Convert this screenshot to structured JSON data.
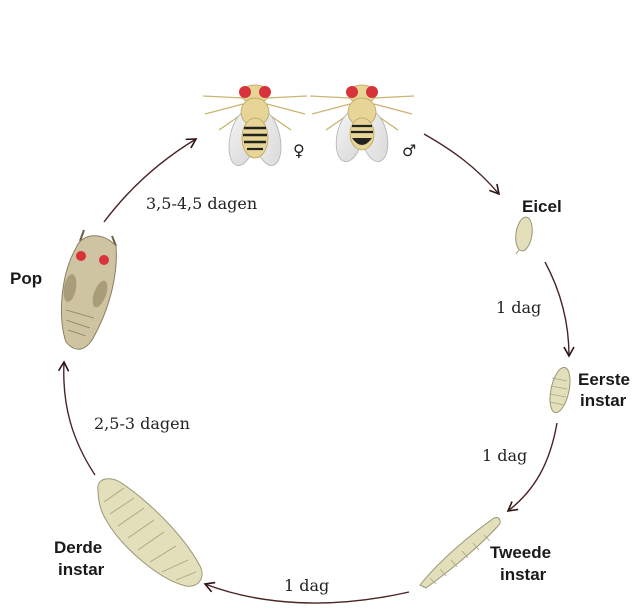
{
  "stages": {
    "egg": "Eicel",
    "first_instar": [
      "Eerste",
      "instar"
    ],
    "second_instar": [
      "Tweede",
      "instar"
    ],
    "third_instar": [
      "Derde",
      "instar"
    ],
    "pupa": "Pop"
  },
  "durations": {
    "adult_to_egg": "",
    "egg_to_first": "1 dag",
    "first_to_second": "1 dag",
    "second_to_third": "1 dag",
    "third_to_pupa": "2,5-3 dagen",
    "pupa_to_adult": "3,5-4,5 dagen"
  },
  "adults": {
    "female_symbol": "♀",
    "male_symbol": "♂"
  },
  "colors": {
    "arrow": "#4a2424",
    "body": "#e6d596",
    "larva": "#e3dfba",
    "pupa": "#cfc4a2",
    "eye": "#d8323a",
    "stripe": "#222222"
  }
}
